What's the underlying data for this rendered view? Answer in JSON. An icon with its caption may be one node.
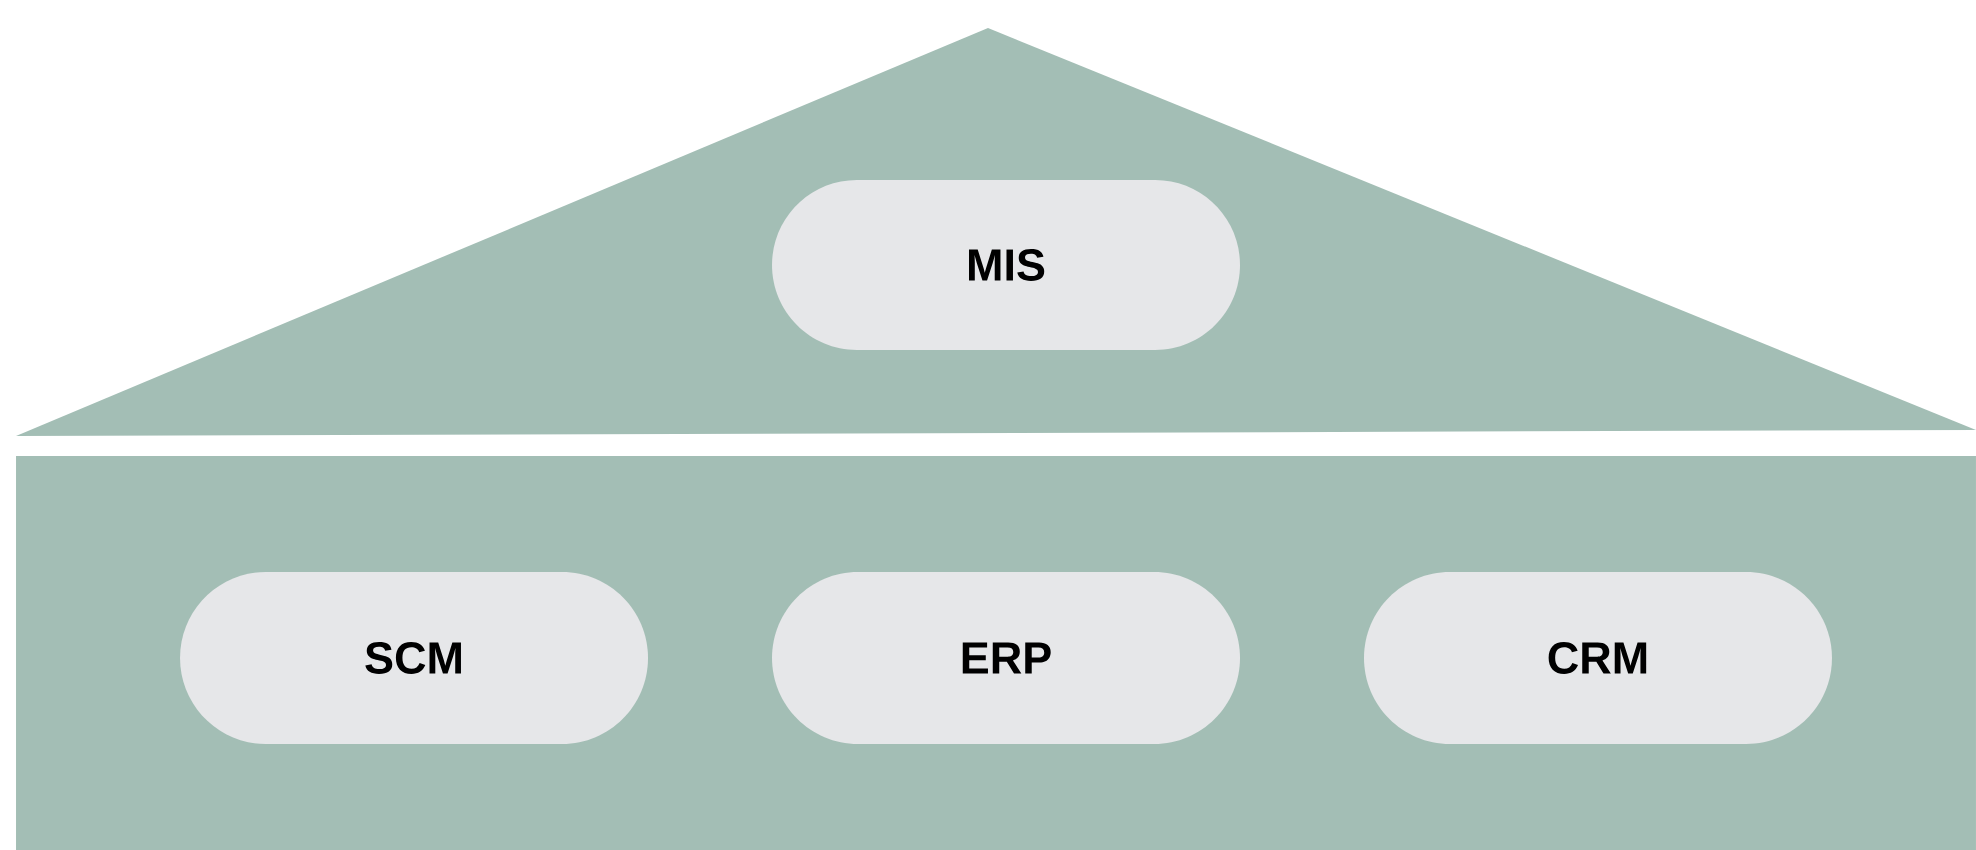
{
  "diagram": {
    "nodes": [
      {
        "text": [],
        "shape": "triangle"
      },
      {
        "text": [
          "MIS"
        ],
        "in": 0
      },
      {
        "text": [],
        "shape": "box"
      },
      {
        "text": [
          "SCM"
        ],
        "in": 2
      },
      {
        "text": [
          "ERP"
        ],
        "in": 2
      },
      {
        "text": [
          "CRM"
        ],
        "in": 2
      }
    ]
  }
}
